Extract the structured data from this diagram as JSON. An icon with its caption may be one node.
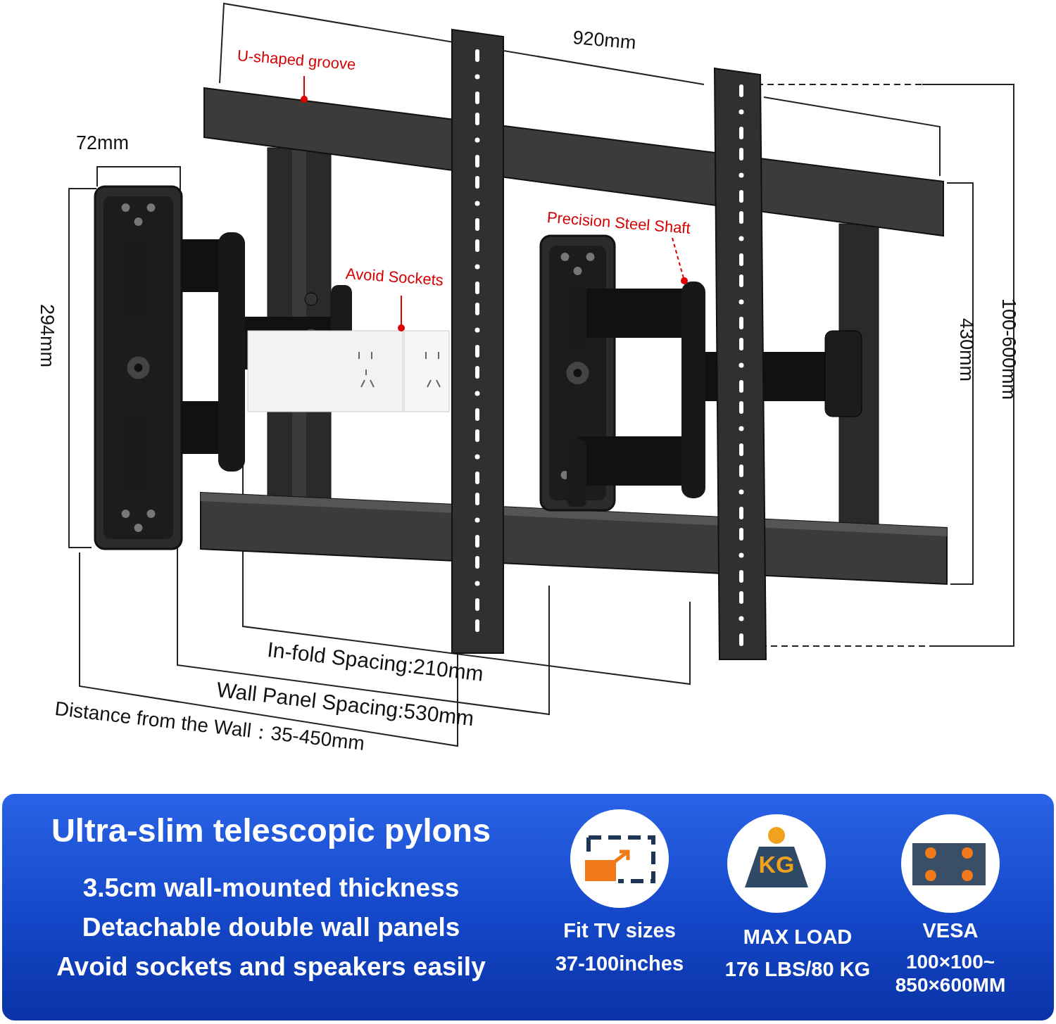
{
  "diagram": {
    "nodes": [
      {
        "text": [
          "U-shaped groove"
        ]
      },
      {
        "text": [],
        "shape": "bar"
      },
      {
        "text": [
          "Avoid Sockets"
        ]
      },
      {
        "text": [],
        "shape": "box"
      },
      {
        "text": [
          "Precision Steel Shaft"
        ]
      },
      {
        "text": [],
        "shape": "cylinder"
      }
    ],
    "edges": [
      {
        "from": 0,
        "to": 1,
        "arrow": "other"
      },
      {
        "from": 2,
        "to": 3,
        "arrow": "other"
      },
      {
        "from": 4,
        "to": 5,
        "arrow": "other",
        "style": "dashed"
      }
    ],
    "labels": [
      "920mm",
      "72mm",
      "294mm",
      "430mm",
      "100-600mm",
      "In-fold Spacing:210mm",
      "Wall Panel Spacing:530mm",
      "Distance from the Wall：35-450mm",
      "Ultra-slim telescopic pylons",
      "3.5cm wall-mounted thickness",
      "Detachable double wall panels",
      "Avoid sockets and speakers easily",
      "Fit TV sizes",
      "37-100inches",
      "KG",
      "MAX LOAD",
      "176 LBS/80 KG",
      "VESA",
      "100×100~ 850×600MM"
    ]
  }
}
